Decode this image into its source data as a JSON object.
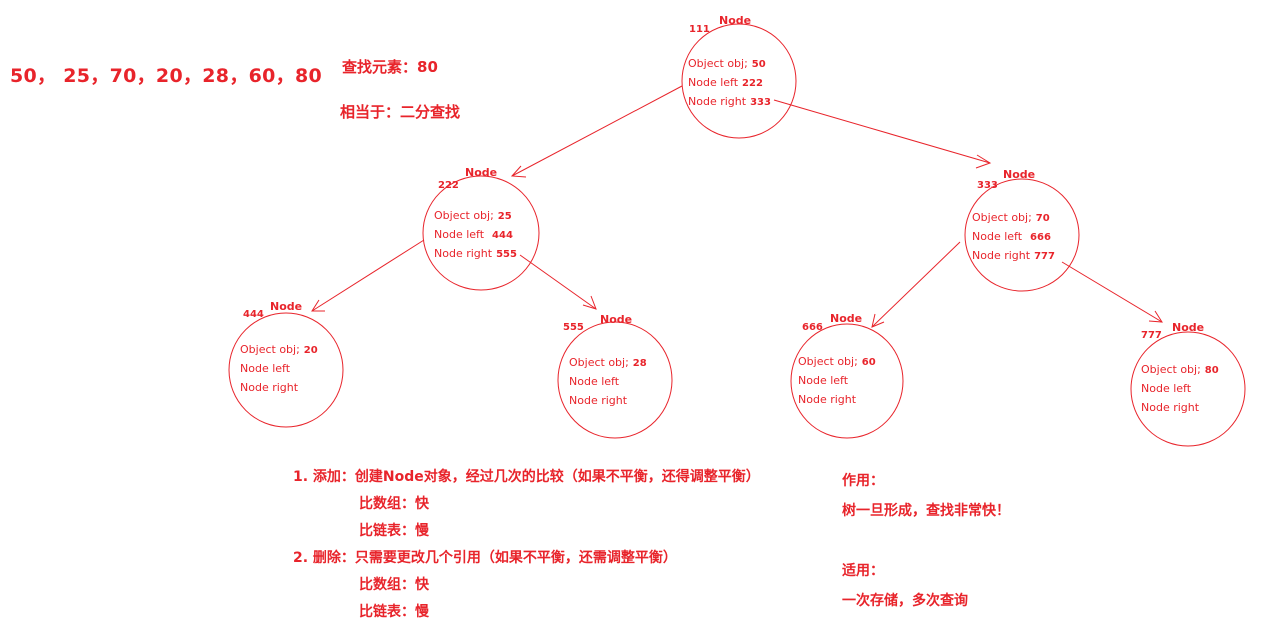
{
  "sequence": "50， 25，70，20，28，60，80",
  "search_target": "查找元素：80",
  "equivalent": "相当于：二分查找",
  "node_label": "Node",
  "field_names": {
    "obj": "Object obj;",
    "left": "Node left",
    "right": "Node right"
  },
  "nodes": [
    {
      "addr": "111",
      "obj": "50",
      "left": "222",
      "right": "333"
    },
    {
      "addr": "222",
      "obj": "25",
      "left": "444",
      "right": "555"
    },
    {
      "addr": "333",
      "obj": "70",
      "left": "666",
      "right": "777"
    },
    {
      "addr": "444",
      "obj": "20",
      "left": "",
      "right": ""
    },
    {
      "addr": "555",
      "obj": "28",
      "left": "",
      "right": ""
    },
    {
      "addr": "666",
      "obj": "60",
      "left": "",
      "right": ""
    },
    {
      "addr": "777",
      "obj": "80",
      "left": "",
      "right": ""
    }
  ],
  "operations": [
    "1. 添加：创建Node对象，经过几次的比较（如果不平衡，还得调整平衡）",
    "比数组：快",
    "比链表：慢",
    "2. 删除：只需要更改几个引用（如果不平衡，还需调整平衡）",
    "比数组：快",
    "比链表：慢"
  ],
  "usage": {
    "title": "作用：",
    "text": "树一旦形成，查找非常快！",
    "apply_title": "适用：",
    "apply_text": "一次存储，多次查询"
  },
  "colors": {
    "accent": "#e8242b",
    "background": "#ffffff"
  }
}
